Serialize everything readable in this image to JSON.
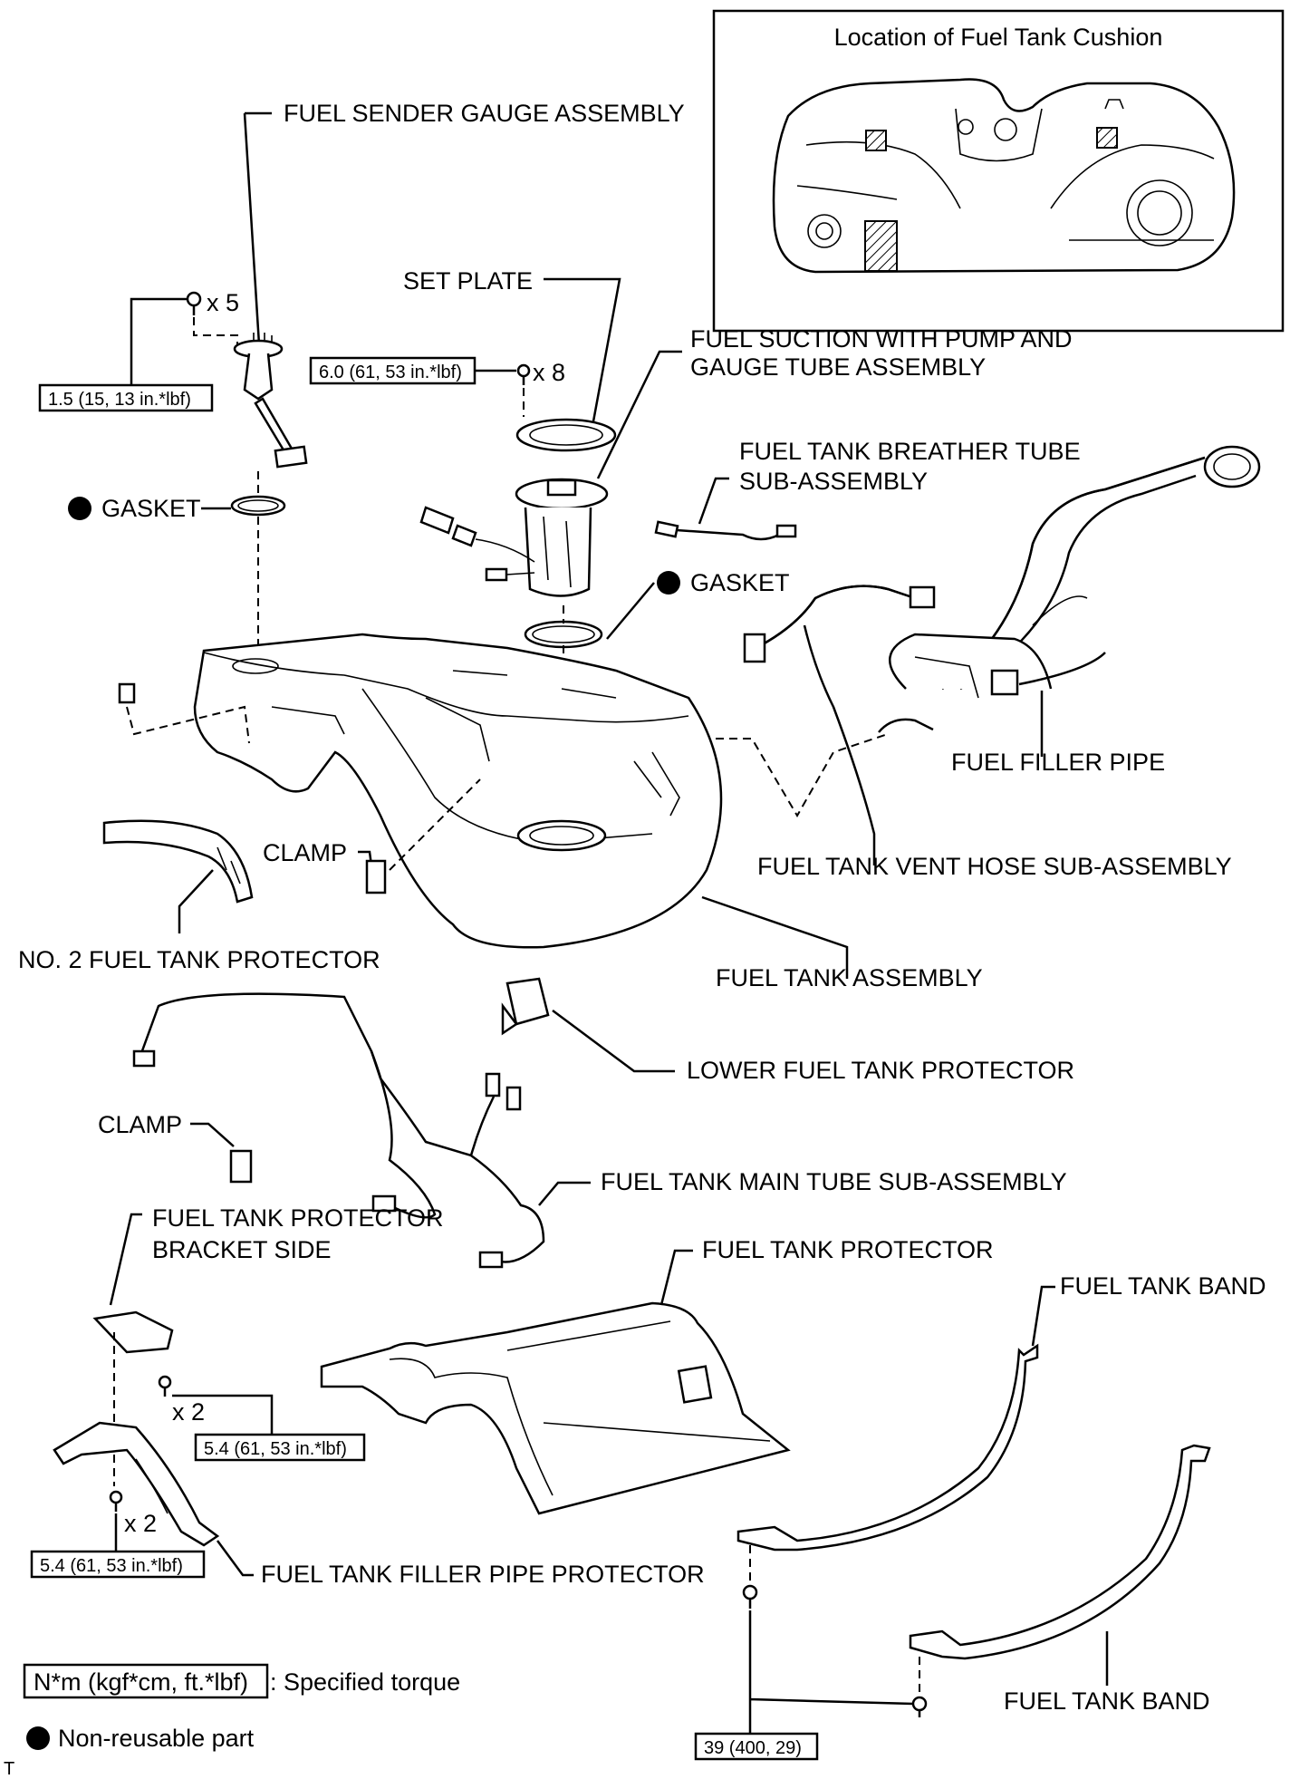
{
  "inset": {
    "title": "Location of Fuel Tank Cushion"
  },
  "labels": {
    "fuel_sender_gauge": "FUEL SENDER GAUGE ASSEMBLY",
    "set_plate": "SET PLATE",
    "fuel_suction_1": "FUEL SUCTION WITH PUMP AND",
    "fuel_suction_2": "GAUGE TUBE ASSEMBLY",
    "breather_1": "FUEL TANK BREATHER TUBE",
    "breather_2": "SUB-ASSEMBLY",
    "gasket_left": "GASKET",
    "gasket_right": "GASKET",
    "fuel_filler_pipe": "FUEL FILLER PIPE",
    "clamp_upper": "CLAMP",
    "vent_hose": "FUEL TANK VENT HOSE SUB-ASSEMBLY",
    "no2_protector": "NO. 2 FUEL TANK PROTECTOR",
    "fuel_tank_assembly": "FUEL TANK ASSEMBLY",
    "lower_protector": "LOWER FUEL TANK PROTECTOR",
    "clamp_lower": "CLAMP",
    "main_tube": "FUEL TANK MAIN TUBE SUB-ASSEMBLY",
    "bracket_side_1": "FUEL TANK PROTECTOR",
    "bracket_side_2": "BRACKET SIDE",
    "fuel_tank_protector": "FUEL TANK PROTECTOR",
    "fuel_tank_band_upper": "FUEL TANK BAND",
    "fuel_tank_band_lower": "FUEL TANK BAND",
    "filler_pipe_protector": "FUEL TANK FILLER PIPE PROTECTOR"
  },
  "quantities": {
    "sender_bolts": "x 5",
    "plate_bolts": "x 8",
    "bracket_bolts": "x 2",
    "filler_bolts": "x 2"
  },
  "torques": {
    "sender": "1.5 (15, 13 in.*lbf)",
    "plate": "6.0 (61, 53 in.*lbf)",
    "bracket": "5.4 (61, 53 in.*lbf)",
    "filler": "5.4 (61, 53 in.*lbf)",
    "band": "39 (400, 29)"
  },
  "legend": {
    "torque_box": "N*m (kgf*cm, ft.*lbf)",
    "torque_text": ": Specified torque",
    "nonreusable": "Non-reusable part"
  },
  "corner_mark": "T"
}
